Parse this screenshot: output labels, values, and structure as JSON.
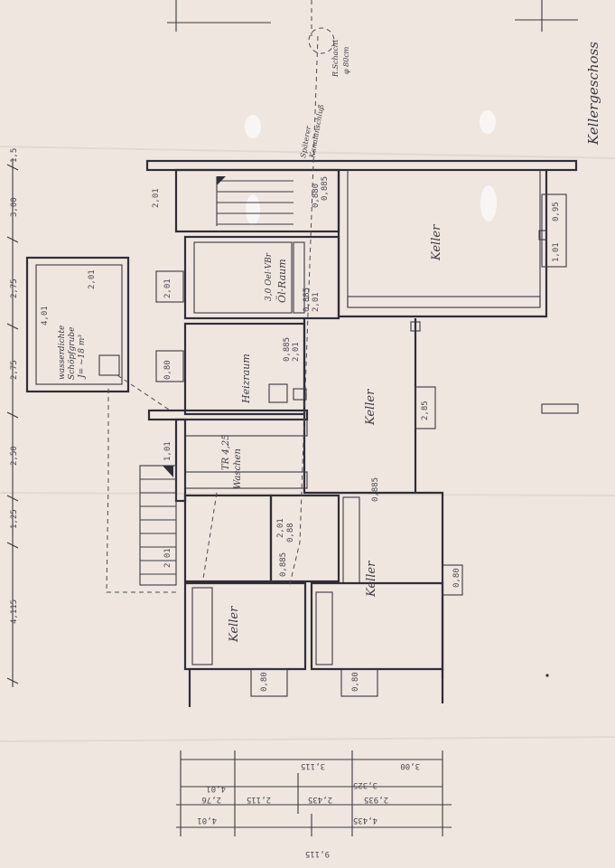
{
  "title": "Kellergeschoss",
  "rooms": {
    "keller_top": "Keller",
    "oelraum_1": "3,0 Oel·VBr",
    "oelraum_2": "Öl·Raum",
    "heizraum": "Heizraum",
    "keller_mid": "Keller",
    "waschen": "Waschen",
    "tr": "TR 4,25",
    "keller_bot_left": "Keller",
    "keller_bot_right": "Keller"
  },
  "tank": {
    "line1": "wasserdichte",
    "line2": "Schöpfgrube",
    "line3": "J= ~18 m³",
    "size_top": "4,01",
    "size_side": "2,01"
  },
  "annotations": {
    "kanal": "Späterer",
    "kanal2": "Kanalanschluß",
    "schacht1": "R.Schacht",
    "schacht2": "φ 80cm"
  },
  "dimensions_left": [
    "4,115",
    "1,25",
    "2,50",
    "2,75",
    "2,75",
    "3,00",
    "1,5"
  ],
  "dimensions_bottom": [
    "3,00",
    "3,115",
    "3,325",
    "2,435",
    "2,935",
    "2,76",
    "2,115",
    "4,435",
    "4,01",
    "4,01",
    "9,115"
  ],
  "small_labels": [
    "2,01",
    "0,885",
    "2,01",
    "0,885",
    "2,01",
    "0,885",
    "0,80",
    "2,01",
    "0,88",
    "0,885",
    "0,80",
    "2,01",
    "1,01",
    "0,80",
    "0,95",
    "1,01",
    "2,85",
    "0,80",
    "2,01",
    "0,885",
    "0,880"
  ],
  "colors": {
    "paper": "#efe6df",
    "ink": "#2f2e38"
  }
}
